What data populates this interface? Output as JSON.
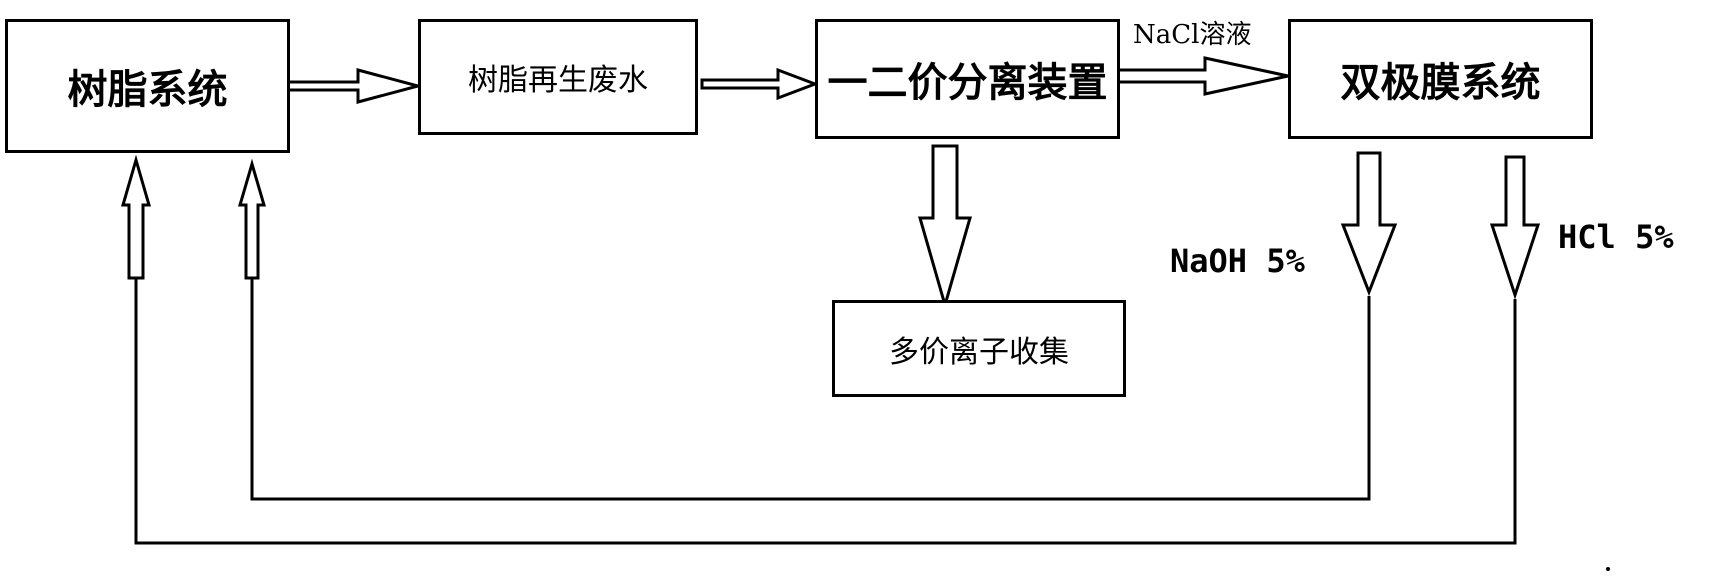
{
  "nodes": {
    "resin_system": "树脂系统",
    "regen_wastewater": "树脂再生废水",
    "mono_di_separator": "一二价分离装置",
    "bipolar_membrane": "双极膜系统",
    "multivalent_collection": "多价离子收集"
  },
  "edge_labels": {
    "nacl": "NaCl溶液",
    "naoh": "NaOH 5%",
    "hcl": "HCl 5%"
  }
}
